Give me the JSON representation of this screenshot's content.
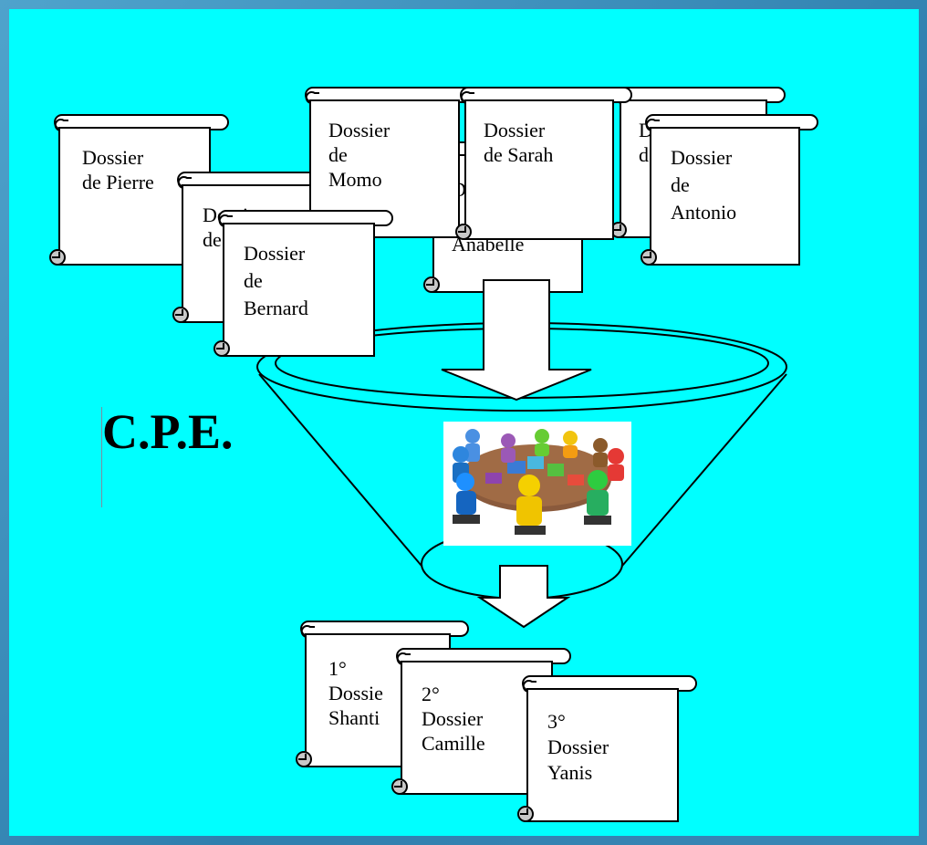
{
  "title": "C.P.E.",
  "colors": {
    "background": "#00ffff",
    "frame": "#3f8fb8",
    "scroll": "#ffffff"
  },
  "input_dossiers": [
    {
      "lines": [
        "Dossier",
        "de Pierre"
      ]
    },
    {
      "lines": [
        "Dossier",
        "de"
      ]
    },
    {
      "lines": [
        "Dossier",
        "de",
        "Bernard"
      ]
    },
    {
      "lines": [
        "Dossier",
        "de",
        "Momo"
      ]
    },
    {
      "lines": [
        "D",
        "Anabelle"
      ]
    },
    {
      "lines": [
        "Dossier",
        "de Sarah"
      ]
    },
    {
      "lines": [
        "D",
        "d"
      ]
    },
    {
      "lines": [
        "Dossier",
        "de",
        "Antonio"
      ]
    }
  ],
  "ranked_dossiers": [
    {
      "lines": [
        "1°",
        "Dossie",
        "Shanti"
      ]
    },
    {
      "lines": [
        "2°",
        "Dossier",
        "Camille"
      ]
    },
    {
      "lines": [
        "3°",
        "Dossier",
        "Yanis"
      ]
    }
  ],
  "meeting_image": {
    "icon": "people-around-puzzle-table-icon"
  }
}
